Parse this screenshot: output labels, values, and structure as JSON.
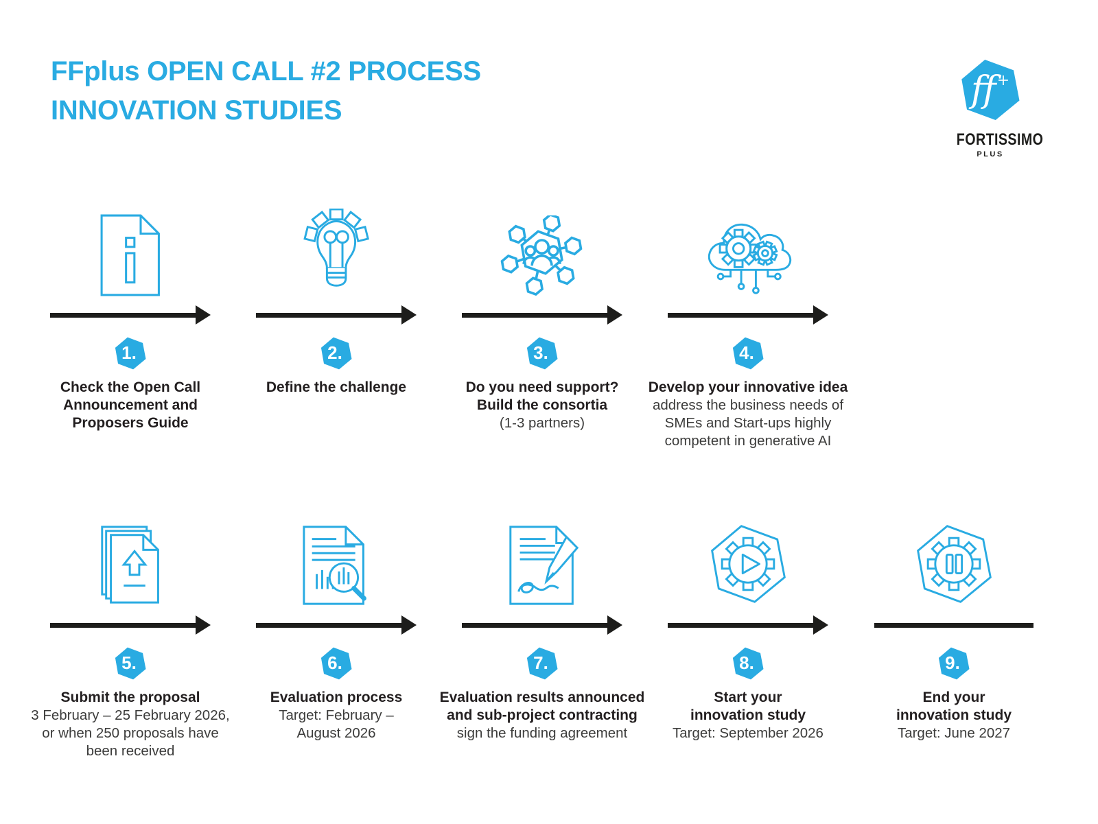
{
  "title": {
    "lines": "FFplus OPEN CALL #2 PROCESS\nINNOVATION STUDIES"
  },
  "logo": {
    "monogram": "ff",
    "plus": "+",
    "name": "FORTISSIMO",
    "tagline": "PLUS"
  },
  "colors": {
    "accent": "#29ABE2",
    "ink": "#1d1d1b",
    "heading_text": "#231f20",
    "sub_text": "#3c3c3b"
  },
  "steps": [
    {
      "number": "1.",
      "icon": "document-info-icon",
      "heading": "Check the Open Call\nAnnouncement and\nProposers Guide",
      "sub": "",
      "has_arrowhead": true
    },
    {
      "number": "2.",
      "icon": "lightbulb-gear-icon",
      "heading": "Define the challenge",
      "sub": "",
      "has_arrowhead": true
    },
    {
      "number": "3.",
      "icon": "consortium-network-icon",
      "heading": "Do you need support?\nBuild the consortia",
      "sub": "(1-3 partners)",
      "has_arrowhead": true
    },
    {
      "number": "4.",
      "icon": "cloud-ai-gears-icon",
      "heading": "Develop your innovative idea",
      "sub": "address the business needs of\nSMEs and Start-ups highly\ncompetent in generative AI",
      "has_arrowhead": true
    },
    {
      "number": "5.",
      "icon": "upload-documents-icon",
      "heading": "Submit the proposal",
      "sub": "3 February – 25 February 2026,\nor when 250 proposals have\nbeen received",
      "has_arrowhead": true
    },
    {
      "number": "6.",
      "icon": "report-magnifier-icon",
      "heading": "Evaluation process",
      "sub": "Target: February –\nAugust 2026",
      "has_arrowhead": true
    },
    {
      "number": "7.",
      "icon": "contract-signing-icon",
      "heading": "Evaluation results announced\nand sub-project contracting",
      "sub": "sign the funding agreement",
      "has_arrowhead": true
    },
    {
      "number": "8.",
      "icon": "hexagon-gear-play-icon",
      "heading": "Start your\ninnovation study",
      "sub": "Target: September 2026",
      "has_arrowhead": true
    },
    {
      "number": "9.",
      "icon": "hexagon-gear-pause-icon",
      "heading": "End your\ninnovation study",
      "sub": "Target: June 2027",
      "has_arrowhead": false
    }
  ]
}
